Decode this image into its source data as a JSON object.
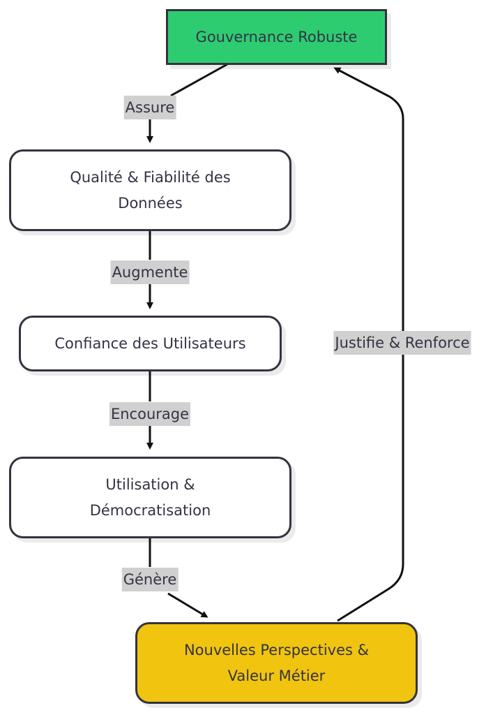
{
  "nodes": {
    "governance": "Gouvernance Robuste",
    "quality": "Qualité & Fiabilité des\nDonnées",
    "trust": "Confiance des Utilisateurs",
    "usage": "Utilisation &\nDémocratisation",
    "insights": "Nouvelles Perspectives &\nValeur Métier"
  },
  "edges": {
    "assure": "Assure",
    "augmente": "Augmente",
    "encourage": "Encourage",
    "genere": "Génère",
    "justifie": "Justifie & Renforce"
  },
  "colors": {
    "governance_fill": "#2ecc71",
    "insights_fill": "#f1c40f",
    "stroke": "#222222",
    "label_bg": "#d0d0d0"
  }
}
